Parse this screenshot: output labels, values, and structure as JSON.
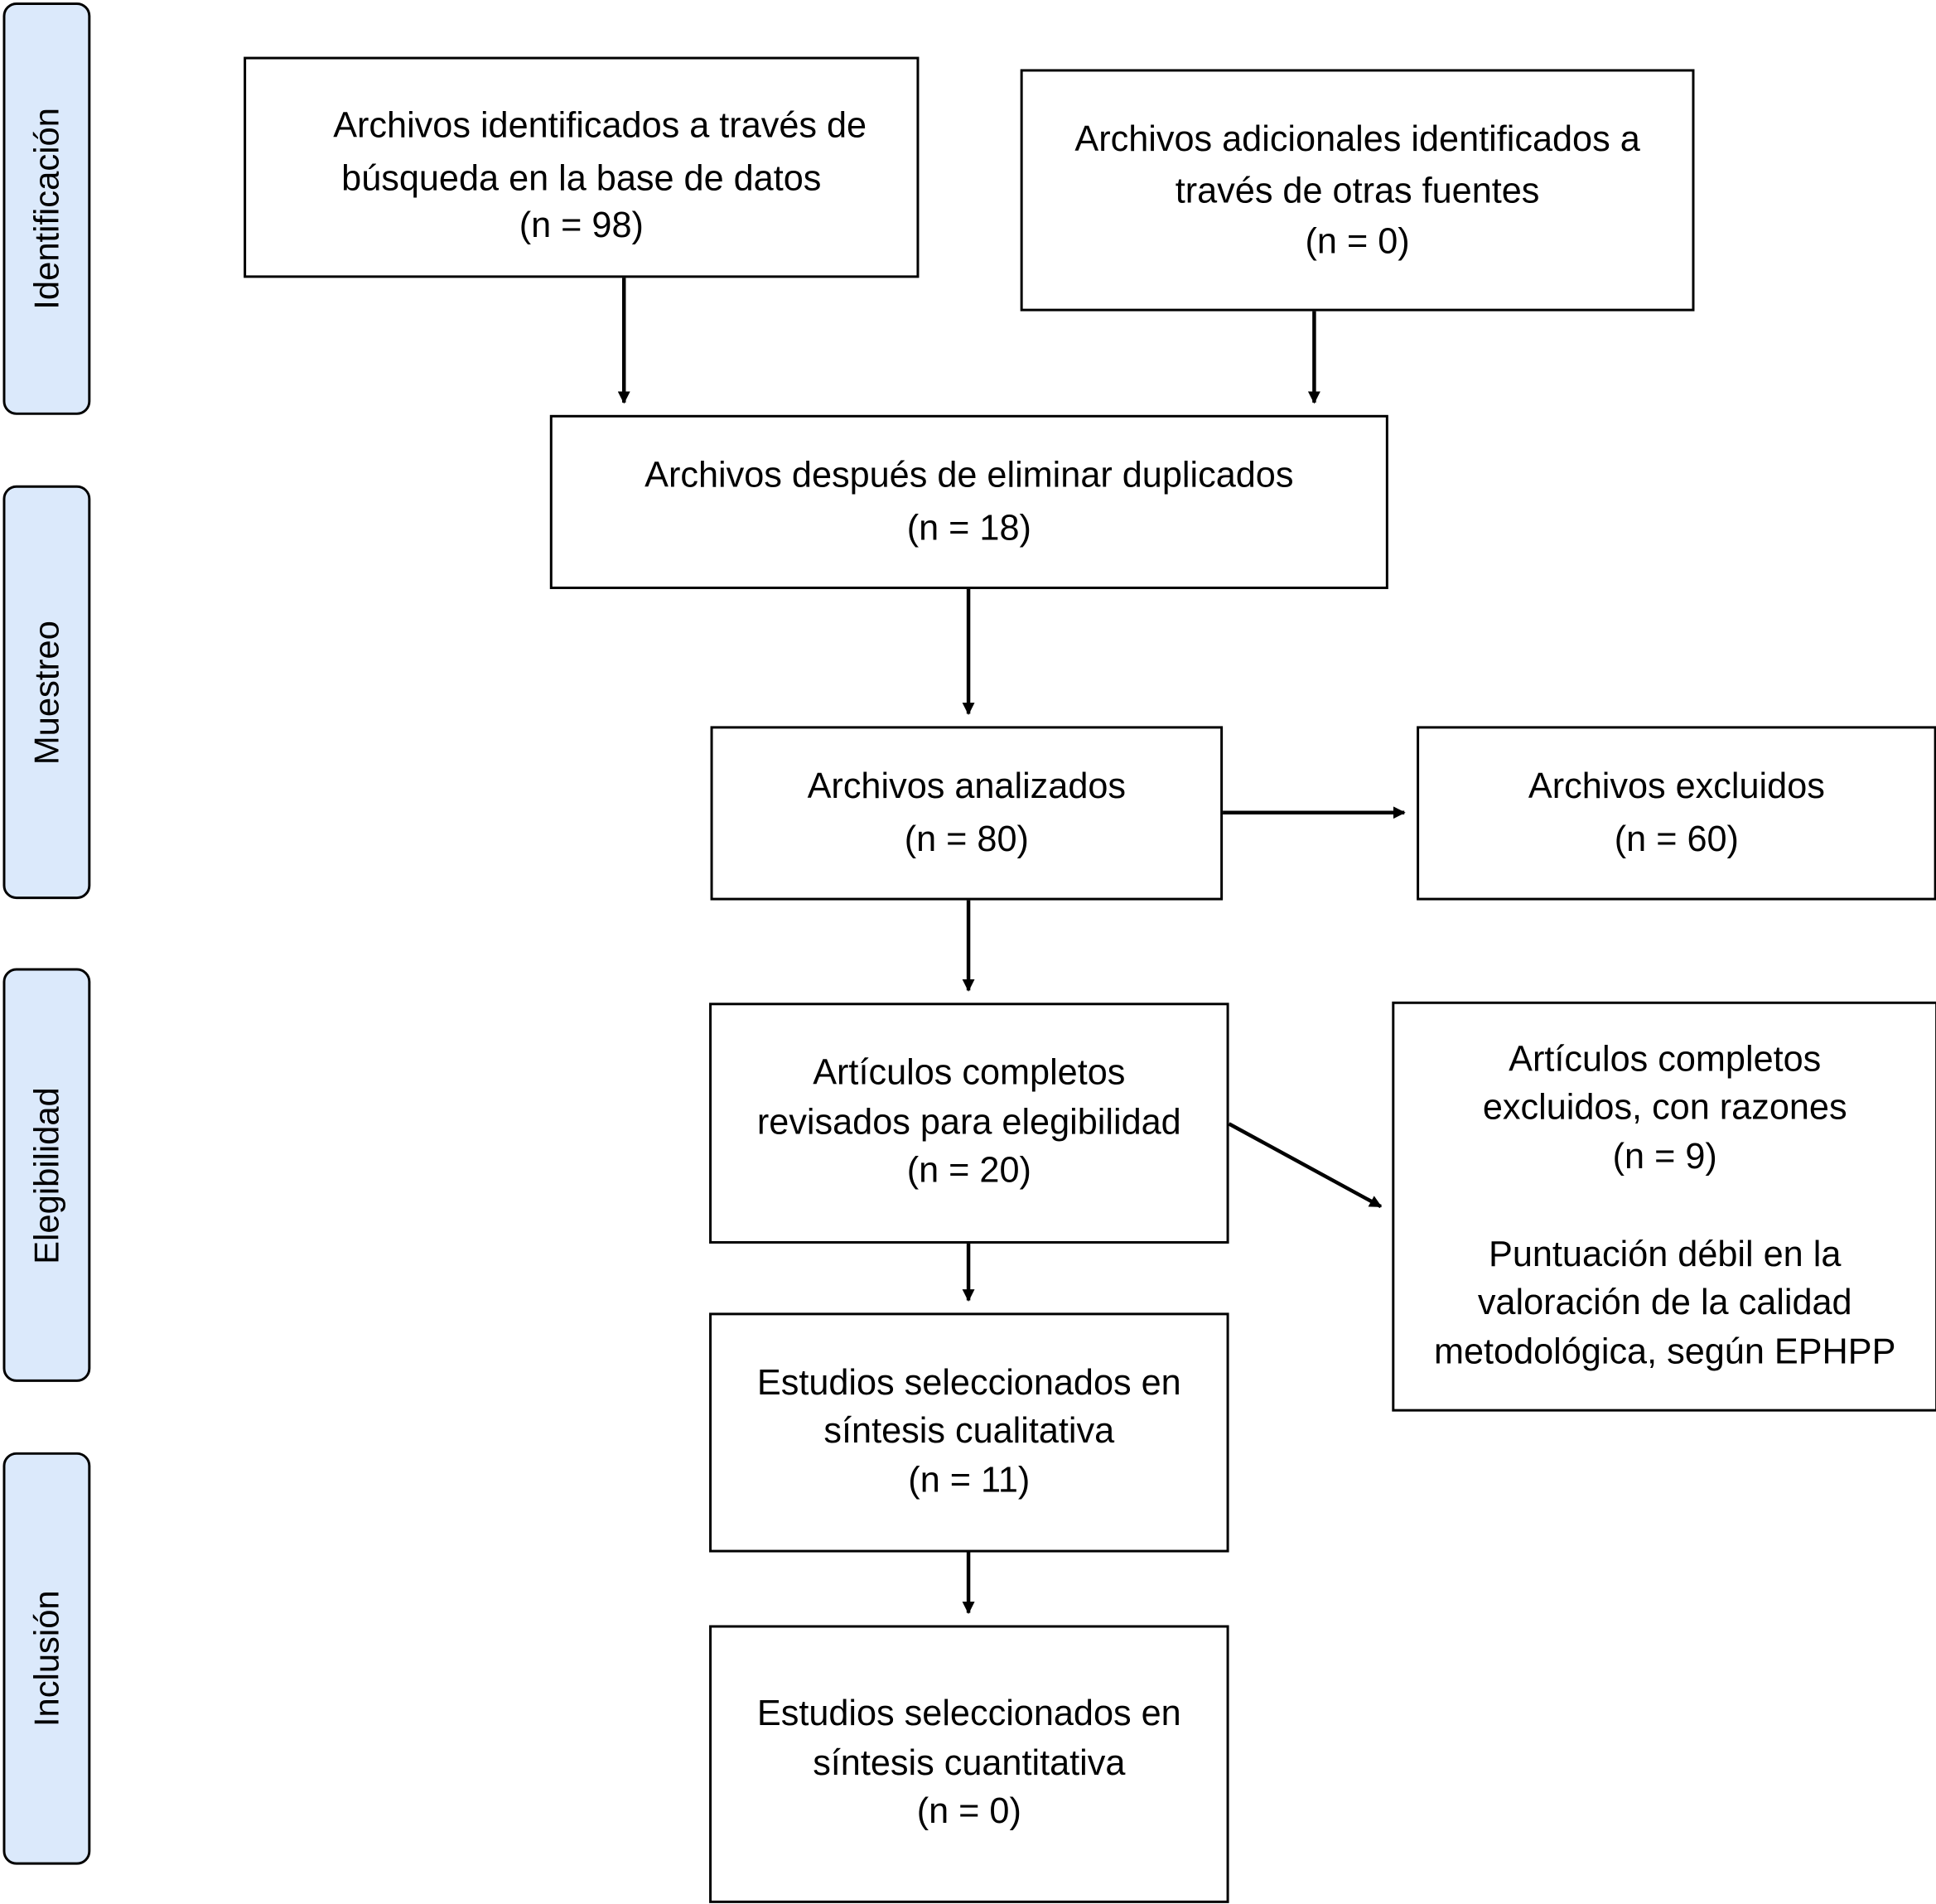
{
  "phases": {
    "identificacion": "Identificación",
    "muestreo": "Muestreo",
    "elegibilidad": "Elegibilidad",
    "inclusion": "Inclusión"
  },
  "boxes": {
    "db_search": {
      "lines": [
        "Archivos identificados a través de",
        "búsqueda en la base de datos",
        "(n = 98)"
      ]
    },
    "other_sources": {
      "lines": [
        "Archivos adicionales identificados a",
        "través de otras fuentes",
        "(n = 0)"
      ]
    },
    "deduplicated": {
      "lines": [
        "Archivos después de eliminar duplicados",
        "(n = 18)"
      ]
    },
    "analyzed": {
      "lines": [
        "Archivos analizados",
        "(n = 80)"
      ]
    },
    "excluded": {
      "lines": [
        "Archivos excluidos",
        "(n = 60)"
      ]
    },
    "fulltext": {
      "lines": [
        "Artículos completos",
        "revisados para elegibilidad",
        "(n = 20)"
      ]
    },
    "fulltext_excluded": {
      "lines": [
        "Artículos completos",
        "excluidos, con razones",
        "(n = 9)"
      ],
      "reason_lines": [
        "Puntuación débil en la",
        "valoración de la calidad",
        "metodológica, según EPHPP"
      ]
    },
    "qualitative": {
      "lines": [
        "Estudios seleccionados en",
        "síntesis cualitativa",
        "(n = 11)"
      ]
    },
    "quantitative": {
      "lines": [
        "Estudios seleccionados en",
        "síntesis cuantitativa",
        "(n = 0)"
      ]
    }
  }
}
